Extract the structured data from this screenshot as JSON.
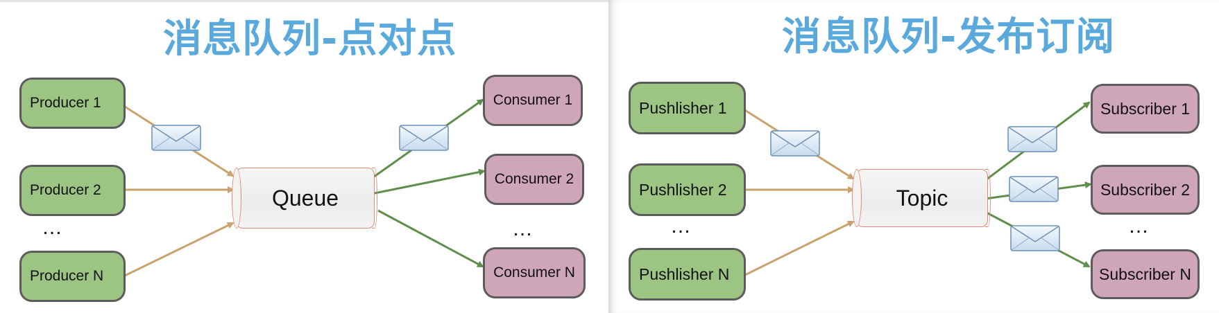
{
  "point_to_point": {
    "title": "消息队列-点对点",
    "producers": [
      "Producer 1",
      "Producer 2",
      "Producer N"
    ],
    "queue": "Queue",
    "consumers": [
      "Consumer 1",
      "Consumer 2",
      "Consumer N"
    ],
    "ellipsis_left": "…",
    "ellipsis_right": "…"
  },
  "publish_subscribe": {
    "title": "消息队列-发布订阅",
    "publishers": [
      "Pushlisher 1",
      "Pushlisher 2",
      "Pushlisher N"
    ],
    "topic": "Topic",
    "subscribers": [
      "Subscriber 1",
      "Subscriber 2",
      "Subscriber N"
    ],
    "ellipsis_left": "…",
    "ellipsis_right": "…"
  },
  "colors": {
    "title": "#5aa9dc",
    "producer_fill": "#9cc584",
    "consumer_fill": "#cfa5b9",
    "inbound_arrow": "#c9a26d",
    "outbound_arrow": "#5e8f4a",
    "cylinder_border": "#e08a76"
  },
  "icons": {
    "message": "envelope-icon"
  }
}
